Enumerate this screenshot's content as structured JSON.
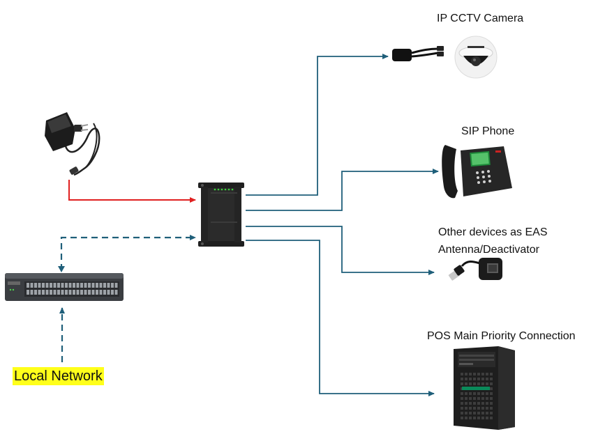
{
  "labels": {
    "camera": "IP CCTV Camera",
    "phone": "SIP Phone",
    "other_line1": "Other devices as EAS",
    "other_line2": "Antenna/Deactivator",
    "pos": "POS Main Priority Connection",
    "local_network": "Local Network"
  },
  "colors": {
    "ethernet": "#1f5f7a",
    "power": "#e02020",
    "highlight": "#ffff1a"
  }
}
